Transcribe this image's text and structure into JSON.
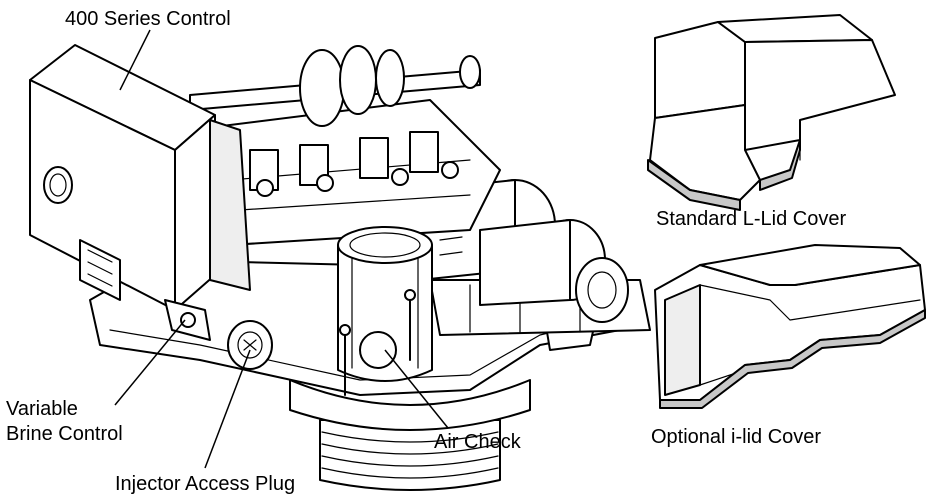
{
  "labels": {
    "series_control": "400 Series Control",
    "variable_brine_line1": "Variable",
    "variable_brine_line2": "Brine Control",
    "injector_access_plug": "Injector Access Plug",
    "air_check": "Air Check",
    "standard_lid": "Standard L-Lid Cover",
    "optional_lid": "Optional i-lid Cover"
  }
}
